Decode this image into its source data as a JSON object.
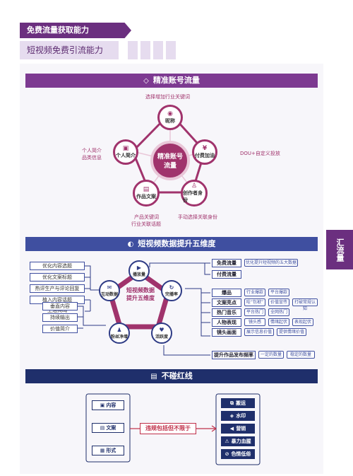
{
  "header": {
    "banner_main": "免费流量获取能力",
    "banner_sub": "短视频免费引流能力"
  },
  "side_tab": "汇流量",
  "section1": {
    "title": "精准账号流量",
    "title_icon": "diamond-icon",
    "center": "精准账号\n流量",
    "nodes": {
      "nickname": "昵称",
      "paid": "付费加油",
      "identity": "创作者身份",
      "works": "作品文案",
      "profile": "个人简介"
    },
    "notes": {
      "top": "选择增加行业关键词",
      "right": "DOU+自定义投放",
      "bottom_right": "手动选择关联身份",
      "bottom_left_1": "产品关键词",
      "bottom_left_2": "行业关联话题",
      "left_1": "个人简介",
      "left_2": "品类信息"
    },
    "accent": "#a0336c"
  },
  "section2": {
    "title": "短视频数据提升五维度",
    "title_icon": "speech-bubble-icon",
    "center": "短视频数据\n提升五维度",
    "nodes": {
      "play": "播放量",
      "completion": "完播率",
      "activity": "活跃度",
      "fans": "粉丝净增",
      "interaction": "互动数据"
    },
    "left_items": [
      "优化内容选题",
      "优化文案标题",
      "热评生产与评论回复",
      "植入内容话题",
      "生活共鸣"
    ],
    "left_items_2": [
      "垂直内容",
      "持续输出",
      "价值简介"
    ],
    "right_top": [
      {
        "label": "免费流量",
        "tags": [
          "优化提升短视频的五大数据"
        ]
      },
      {
        "label": "付费流量",
        "tags": []
      }
    ],
    "right_mid": [
      {
        "label": "爆品",
        "tags": [
          "行业爆款",
          "平台爆款"
        ]
      },
      {
        "label": "文案亮点",
        "tags": [
          "哇“包袱”",
          "价值宣传",
          "打破常规认知"
        ]
      },
      {
        "label": "热门音乐",
        "tags": [
          "平台热门",
          "全网热门"
        ]
      },
      {
        "label": "人物表现",
        "tags": [
          "镜头感",
          "情绪起伏",
          "表现起伏"
        ]
      },
      {
        "label": "镜头画面",
        "tags": [
          "展示信息价值",
          "提供情绪价值"
        ]
      }
    ],
    "right_bottom": {
      "label": "提升作品发布频率",
      "tags": [
        "一定的数量",
        "稳定的数量"
      ]
    },
    "accent": "#3f4fa0"
  },
  "section3": {
    "title": "不碰红线",
    "title_icon": "document-icon",
    "left_items": [
      {
        "label": "内容",
        "icon": "picture-icon"
      },
      {
        "label": "文案",
        "icon": "text-icon"
      },
      {
        "label": "形式",
        "icon": "grid-icon"
      }
    ],
    "center": "违规包括但不限于",
    "right_items": [
      {
        "label": "搬运",
        "icon": "copy-icon"
      },
      {
        "label": "水印",
        "icon": "stamp-icon"
      },
      {
        "label": "营销",
        "icon": "megaphone-icon"
      },
      {
        "label": "暴力血腥",
        "icon": "warning-icon"
      },
      {
        "label": "色情低俗",
        "icon": "block-icon"
      }
    ],
    "accent": "#1f2f6b",
    "danger": "#c0304a"
  }
}
